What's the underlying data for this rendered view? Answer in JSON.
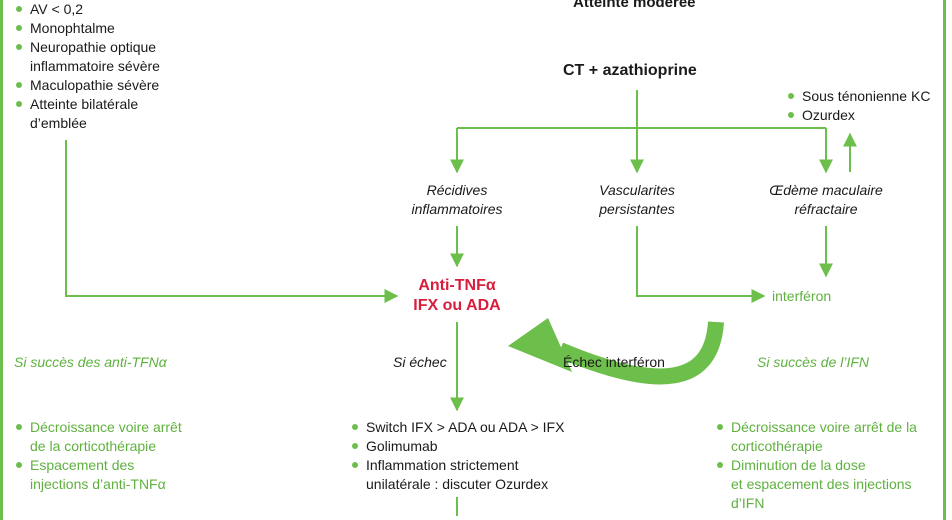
{
  "header": {
    "severity_label": "Atteinte modérée"
  },
  "severe_criteria": [
    "AV < 0,2",
    "Monophtalme",
    "Neuropathie optique|inflammatoire sévère",
    "Maculopathie sévère",
    "Atteinte bilatérale|d’emblée"
  ],
  "treatment": {
    "first_line": "CT + azathioprine"
  },
  "local_options": [
    "Sous ténonienne KC",
    "Ozurdex"
  ],
  "branches": {
    "recidives": "Récidives|inflammatoires",
    "vascularites": "Vascularites|persistantes",
    "oedeme": "Œdème maculaire|réfractaire"
  },
  "anti_tnf": {
    "line1": "Anti-TNFα",
    "line2": "IFX ou ADA"
  },
  "interferon": "interféron",
  "labels": {
    "success_anti_tnf": "Si succès des anti-TFNα",
    "if_failure": "Si échec",
    "interferon_failure": "Échec interféron",
    "success_ifn": "Si succès de l’IFN"
  },
  "left_outcomes": [
    "Décroissance voire arrêt|de la corticothérapie",
    "Espacement des|injections d’anti-TNFα"
  ],
  "failure_options": [
    "Switch IFX > ADA ou ADA > IFX",
    "Golimumab",
    "Inflammation strictement|unilatérale : discuter Ozurdex"
  ],
  "right_outcomes": [
    "Décroissance voire arrêt de la|corticothérapie",
    "Diminution de la dose|et espacement des injections|d’IFN"
  ],
  "colors": {
    "accent_green": "#6dbf4b",
    "alert_red": "#d81e3c",
    "text": "#1a1a1a"
  }
}
